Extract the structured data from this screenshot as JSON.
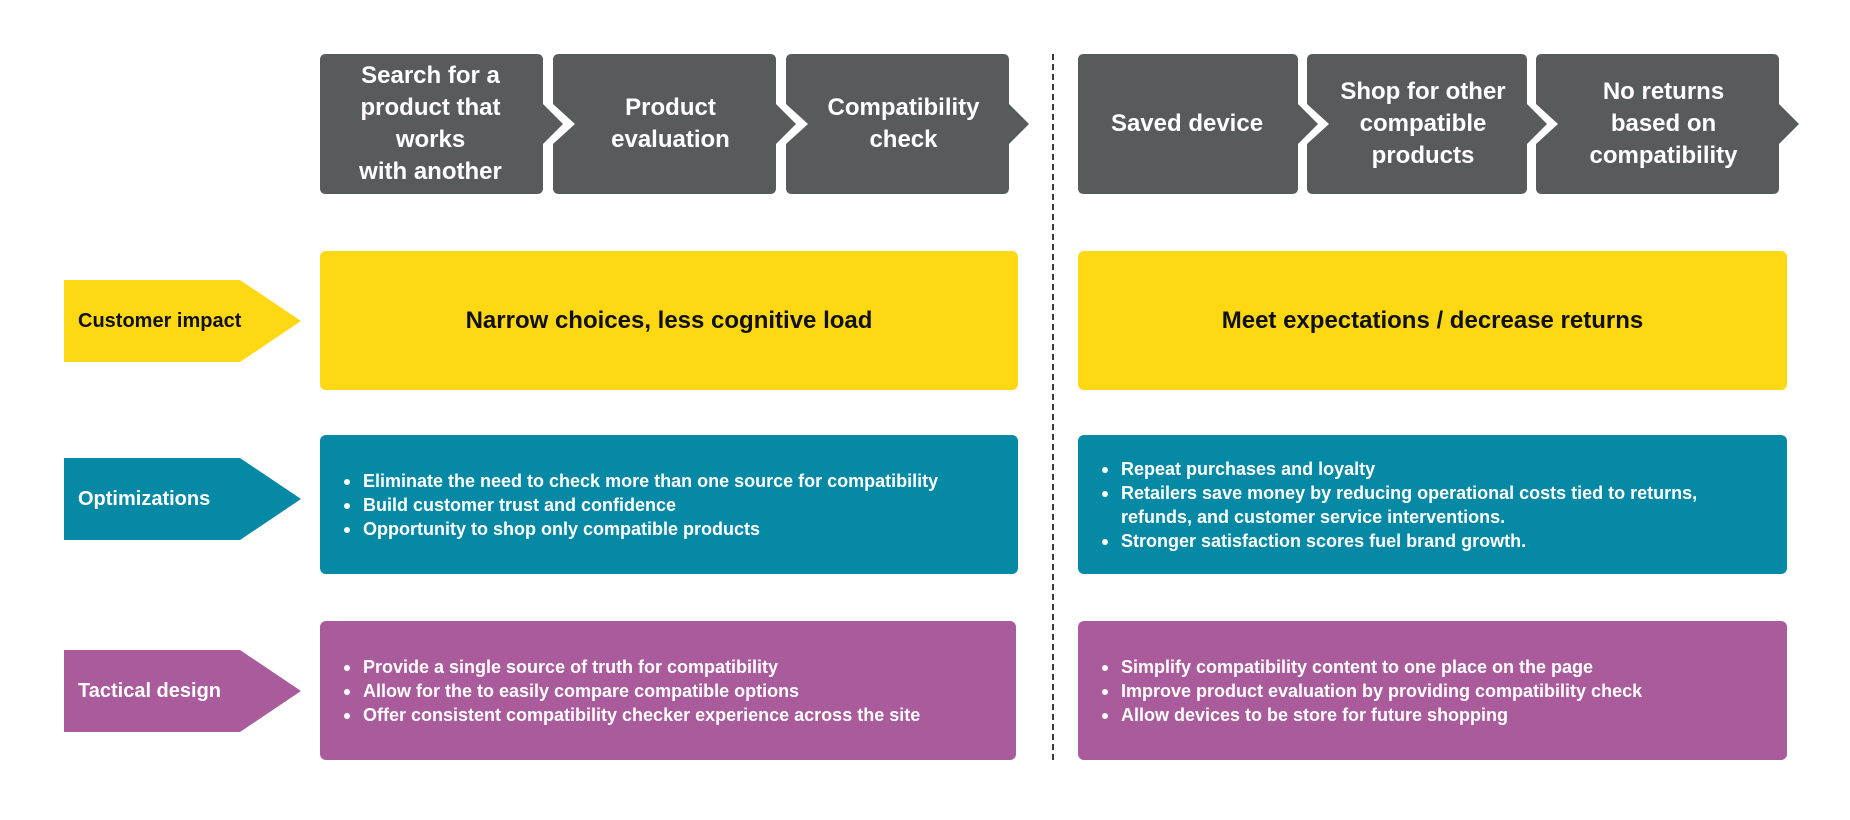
{
  "colors": {
    "step": "#585B5C",
    "customer_impact": "#FDD813",
    "optimizations": "#0689A4",
    "tactical_design": "#AA5B9B"
  },
  "process": {
    "before": [
      {
        "lines": [
          "Search for a",
          "product that works",
          "with another"
        ]
      },
      {
        "lines": [
          "Product",
          "evaluation"
        ]
      },
      {
        "lines": [
          "Compatibility",
          "check"
        ]
      }
    ],
    "after": [
      {
        "lines": [
          "Saved device"
        ]
      },
      {
        "lines": [
          "Shop for other",
          "compatible",
          "products"
        ]
      },
      {
        "lines": [
          "No returns",
          "based on",
          "compatibility"
        ]
      }
    ]
  },
  "rows": {
    "customer_impact": {
      "label": "Customer impact",
      "left": "Narrow choices, less cognitive load",
      "right": "Meet expectations / decrease returns"
    },
    "optimizations": {
      "label": "Optimizations",
      "left": [
        "Eliminate the need to check more than one source for compatibility",
        "Build customer trust and confidence",
        "Opportunity to shop only compatible products"
      ],
      "right": [
        "Repeat purchases and loyalty",
        "Retailers save money by reducing operational costs tied to returns, refunds, and customer service interventions.",
        "Stronger satisfaction scores fuel brand growth."
      ]
    },
    "tactical_design": {
      "label": "Tactical design",
      "left": [
        "Provide a single source of truth for compatibility",
        "Allow for the to easily compare compatible options",
        "Offer consistent compatibility checker experience across the site"
      ],
      "right": [
        "Simplify compatibility content to one place on the page",
        "Improve product evaluation by providing compatibility check",
        "Allow devices to be store for future shopping"
      ]
    }
  }
}
